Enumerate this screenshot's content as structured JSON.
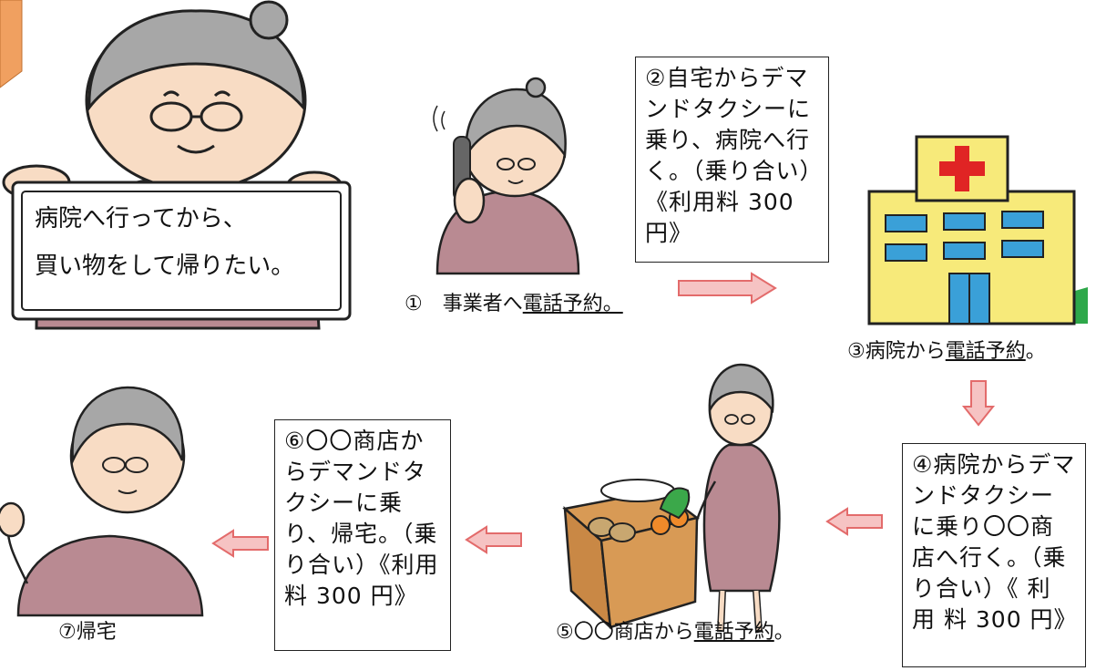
{
  "speech_sign": {
    "line1": "病院へ行ってから、",
    "line2": "買い物をして帰りたい。"
  },
  "step1": {
    "prefix": "①　事業者へ",
    "underlined": "電話予約。"
  },
  "step2": {
    "text": "②自宅からデマンドタクシーに乗り、病院へ行く。（乗り合い）《利用料 300 円》"
  },
  "step3": {
    "prefix": "③病院から",
    "underlined": "電話予約",
    "suffix": "。"
  },
  "step4": {
    "text": "④病院からデマンドタクシーに乗り〇〇商店へ行く。（乗り合い）《 利 用 料 300 円》"
  },
  "step5": {
    "prefix": "⑤〇〇商店から",
    "underlined": "電話予約",
    "suffix": "。"
  },
  "step6": {
    "text": "⑥〇〇商店からデマンドタクシーに乗り、帰宅。（乗り合い）《利用料 300 円》"
  },
  "step7": {
    "label": "⑦帰宅"
  },
  "colors": {
    "arrow_fill": "#f6c3c3",
    "arrow_stroke": "#e36b6b",
    "hospital_wall": "#f7ea7a",
    "hospital_window": "#3aa0d8",
    "cross": "#e02424",
    "grass": "#2ea84a",
    "shirt": "#b98a92",
    "skin": "#f8dcc4",
    "hair": "#a7a7a7",
    "orange_tab": "#f0a060"
  },
  "icons": [
    "grandma-sign-illustration",
    "grandma-phone-illustration",
    "hospital-illustration",
    "grandma-shopping-illustration",
    "grandma-waving-illustration"
  ]
}
